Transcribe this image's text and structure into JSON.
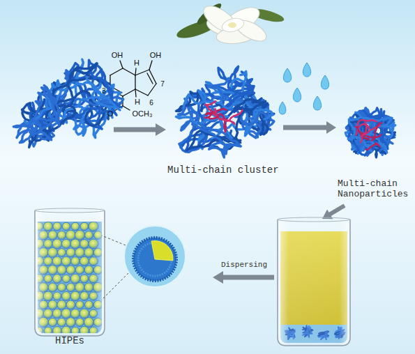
{
  "diagram": {
    "nodes": [
      {
        "text": [
          "Multi-chain cluster"
        ]
      },
      {
        "text": [
          "Multi-chain Nanoparticles"
        ]
      },
      {
        "text": [
          "HIPEs"
        ]
      }
    ],
    "edges": [
      {
        "from": 0,
        "to": 1,
        "arrow": "to"
      }
    ],
    "labels": [
      "OH",
      "H",
      "OH",
      "3",
      "7",
      "6",
      "H",
      "O",
      "OCH₃",
      "Dispersing"
    ]
  }
}
